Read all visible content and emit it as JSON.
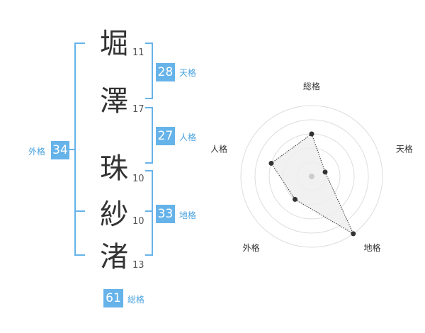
{
  "name": {
    "characters": [
      {
        "char": "堀",
        "strokes": "11"
      },
      {
        "char": "澤",
        "strokes": "17"
      },
      {
        "char": "珠",
        "strokes": "10"
      },
      {
        "char": "紗",
        "strokes": "10"
      },
      {
        "char": "渚",
        "strokes": "13"
      }
    ]
  },
  "fortune": {
    "tenkaku": {
      "label": "天格",
      "value": "28"
    },
    "jinkaku": {
      "label": "人格",
      "value": "27"
    },
    "chikaku": {
      "label": "地格",
      "value": "33"
    },
    "gaikaku": {
      "label": "外格",
      "value": "34"
    },
    "soukaku": {
      "label": "総格",
      "value": "61"
    }
  },
  "chart_data": {
    "type": "radar",
    "axes": [
      "総格",
      "天格",
      "地格",
      "外格",
      "人格"
    ],
    "values": [
      3,
      1,
      5,
      2,
      3
    ],
    "rmax": 5,
    "rings": 5,
    "colors": {
      "ring": "#dddddd",
      "fill": "#eeeeee",
      "line": "#333333",
      "point": "#333333",
      "center": "#cccccc"
    }
  }
}
